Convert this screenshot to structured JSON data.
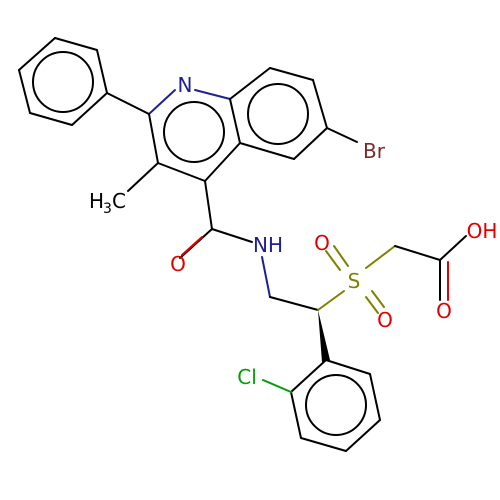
{
  "molecule": {
    "colors": {
      "carbon_bond": "#000000",
      "nitrogen": "#202090",
      "oxygen": "#e00000",
      "sulfur": "#808000",
      "bromine": "#7a2a2a",
      "chlorine": "#00a000"
    },
    "atoms": {
      "ring_n": "N",
      "br": "Br",
      "methyl_main": "H",
      "methyl_sub": "3",
      "methyl_c": "C",
      "amide_o": "O",
      "nh": "NH",
      "sulfur": "S",
      "sulfonyl_o1": "O",
      "sulfonyl_o2": "O",
      "acid_oh": "OH",
      "acid_o": "O",
      "cl": "Cl"
    }
  }
}
